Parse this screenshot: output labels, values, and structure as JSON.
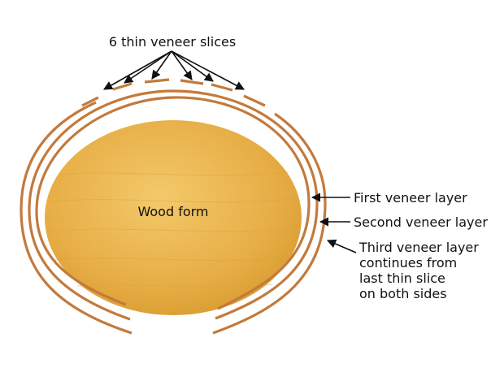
{
  "labels": {
    "slices": "6 thin veneer slices",
    "form": "Wood form",
    "first_layer": "First veneer layer",
    "second_layer": "Second veneer layer",
    "third_layer": [
      "Third veneer layer",
      "continues from",
      "last thin slice",
      "on both sides"
    ]
  },
  "colors": {
    "veneer": "#c37a3c",
    "wood_light": "#f3c96a",
    "wood_mid": "#e7ad45",
    "wood_dark": "#d79c30",
    "text": "#111111"
  }
}
